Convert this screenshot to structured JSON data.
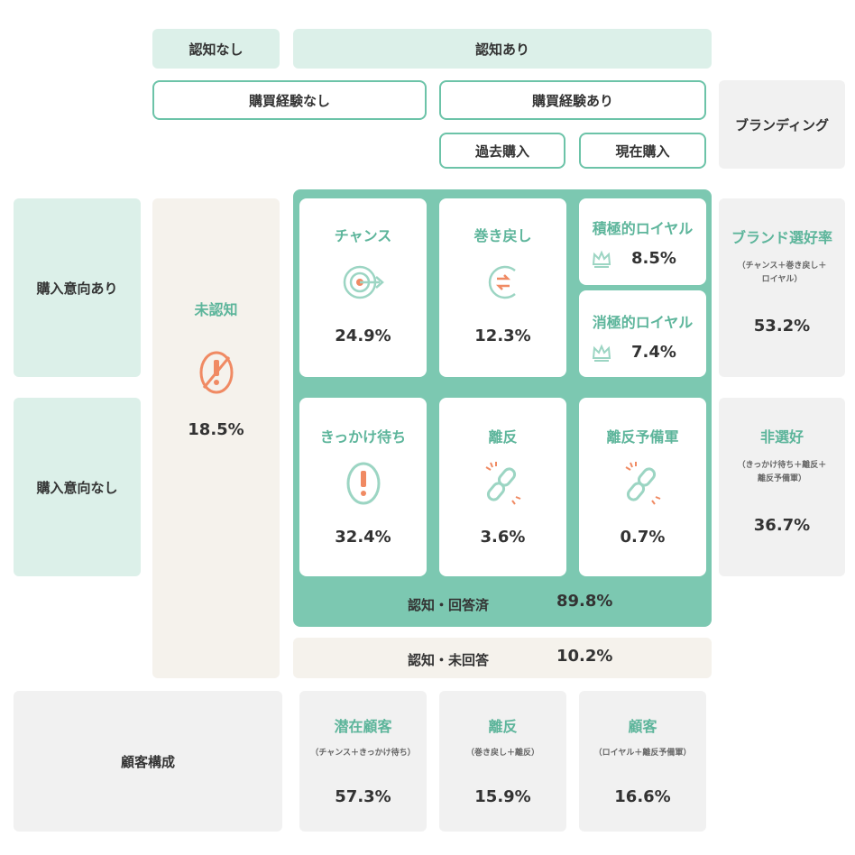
{
  "header": {
    "unaware": "認知なし",
    "aware": "認知あり",
    "no_purchase": "購買経験なし",
    "purchased": "購買経験あり",
    "past_purchase": "過去購入",
    "current_purchase": "現在購入",
    "branding": "ブランディング"
  },
  "rows": {
    "intent_yes": "購入意向あり",
    "intent_no": "購入意向なし"
  },
  "unaware_cell": {
    "label": "未認知",
    "value": "18.5%"
  },
  "cards": {
    "chance": {
      "label": "チャンス",
      "value": "24.9%",
      "icon": "target-icon"
    },
    "winback": {
      "label": "巻き戻し",
      "value": "12.3%",
      "icon": "cycle-icon"
    },
    "active_loyal": {
      "label": "積極的ロイヤル",
      "value": "8.5%",
      "icon": "crown-icon"
    },
    "passive_loyal": {
      "label": "消極的ロイヤル",
      "value": "7.4%",
      "icon": "crown-icon"
    },
    "trigger_wait": {
      "label": "きっかけ待ち",
      "value": "32.4%",
      "icon": "exclamation-icon"
    },
    "churn": {
      "label": "離反",
      "value": "3.6%",
      "icon": "broken-chain-icon"
    },
    "churn_reserve": {
      "label": "離反予備軍",
      "value": "0.7%",
      "icon": "broken-chain-icon"
    }
  },
  "aware_answered": {
    "label": "認知・回答済",
    "value": "89.8%"
  },
  "aware_unanswered": {
    "label": "認知・未回答",
    "value": "10.2%"
  },
  "branding": {
    "preference": {
      "label": "ブランド選好率",
      "note_line1": "（チャンス＋巻き戻し＋",
      "note_line2": "ロイヤル）",
      "value": "53.2%"
    },
    "non_preference": {
      "label": "非選好",
      "note_line1": "（きっかけ待ち＋離反＋",
      "note_line2": "離反予備軍）",
      "value": "36.7%"
    }
  },
  "composition": {
    "label": "顧客構成",
    "potential": {
      "label": "潜在顧客",
      "note": "（チャンス＋きっかけ待ち）",
      "value": "57.3%"
    },
    "churn": {
      "label": "離反",
      "note": "（巻き戻し＋離反）",
      "value": "15.9%"
    },
    "customer": {
      "label": "顧客",
      "note": "（ロイヤル＋離反予備軍）",
      "value": "16.6%"
    }
  },
  "colors": {
    "accent": "#7cc8b1",
    "accent_text": "#5db59b",
    "mint": "#dcf0e9",
    "icon_orange": "#f08a63",
    "grey_panel": "#f1f1f1",
    "beige_panel": "#f5f2ec"
  }
}
